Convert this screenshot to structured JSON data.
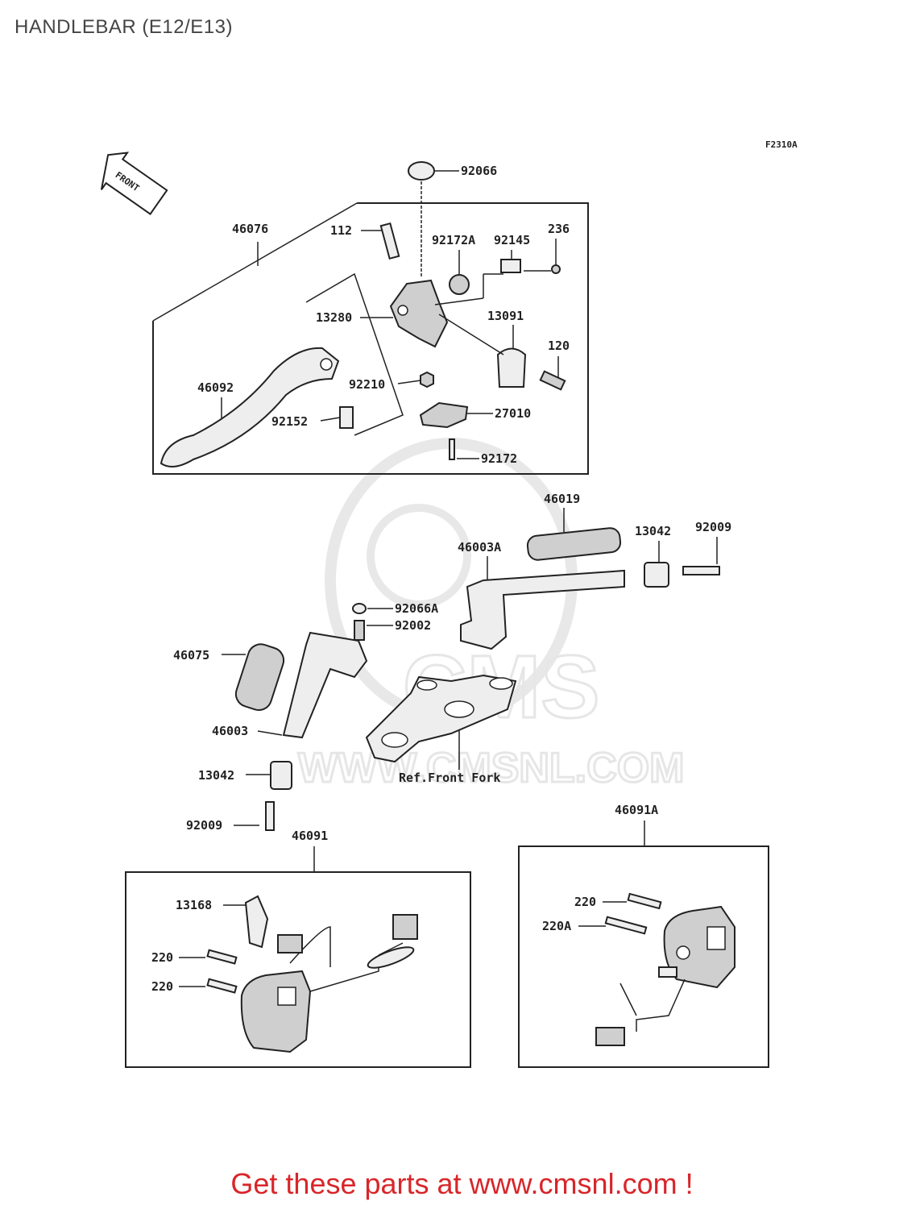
{
  "title": "HANDLEBAR (E12/E13)",
  "figure_code": "F2310A",
  "front_label": "FRONT",
  "ref_label": "Ref.Front Fork",
  "watermark": "WWW.CMSNL.COM",
  "footer": "Get these parts at www.cmsnl.com !",
  "parts": {
    "p92066": "92066",
    "p92172A": "92172A",
    "p92145": "92145",
    "p236": "236",
    "p46076": "46076",
    "p112": "112",
    "p13280": "13280",
    "p13091": "13091",
    "p120": "120",
    "p46092": "46092",
    "p92210": "92210",
    "p92152": "92152",
    "p27010": "27010",
    "p92172": "92172",
    "p46019": "46019",
    "p13042a": "13042",
    "p92009a": "92009",
    "p46003A": "46003A",
    "p92066A": "92066A",
    "p92002": "92002",
    "p46075": "46075",
    "p46003": "46003",
    "p13042b": "13042",
    "p92009b": "92009",
    "p46091": "46091",
    "p46091A": "46091A",
    "p13168": "13168",
    "p220a": "220",
    "p220b": "220",
    "p220c": "220",
    "p220A": "220A"
  }
}
